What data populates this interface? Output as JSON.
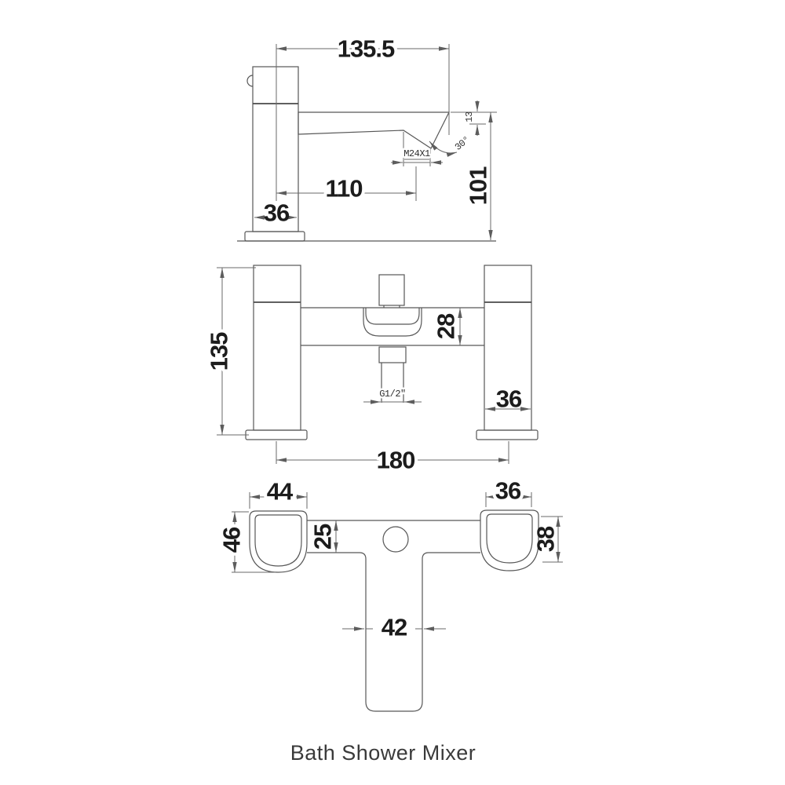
{
  "caption": "Bath Shower Mixer",
  "colors": {
    "background": "#ffffff",
    "object_line": "#575757",
    "dimension_line": "#6a6a6a",
    "dimension_text": "#1c1c1c"
  },
  "views": {
    "side_elevation": {
      "dimensions": {
        "overall_projection": "135.5",
        "spout_reach": "110",
        "body_width": "36",
        "spout_height": "101",
        "tip_height": "13",
        "outlet_angle": "30°",
        "outlet_thread": "M24X1"
      }
    },
    "front_elevation": {
      "dimensions": {
        "body_height": "135",
        "body_depth": "28",
        "pillar_width": "36",
        "tap_centres": "180",
        "hose_connection": "G1/2″"
      }
    },
    "plan": {
      "dimensions": {
        "left_handle_width": "44",
        "left_handle_depth": "46",
        "crossbar_depth": "25",
        "right_handle_width": "36",
        "right_handle_depth": "38",
        "spout_body_width": "42"
      }
    }
  }
}
